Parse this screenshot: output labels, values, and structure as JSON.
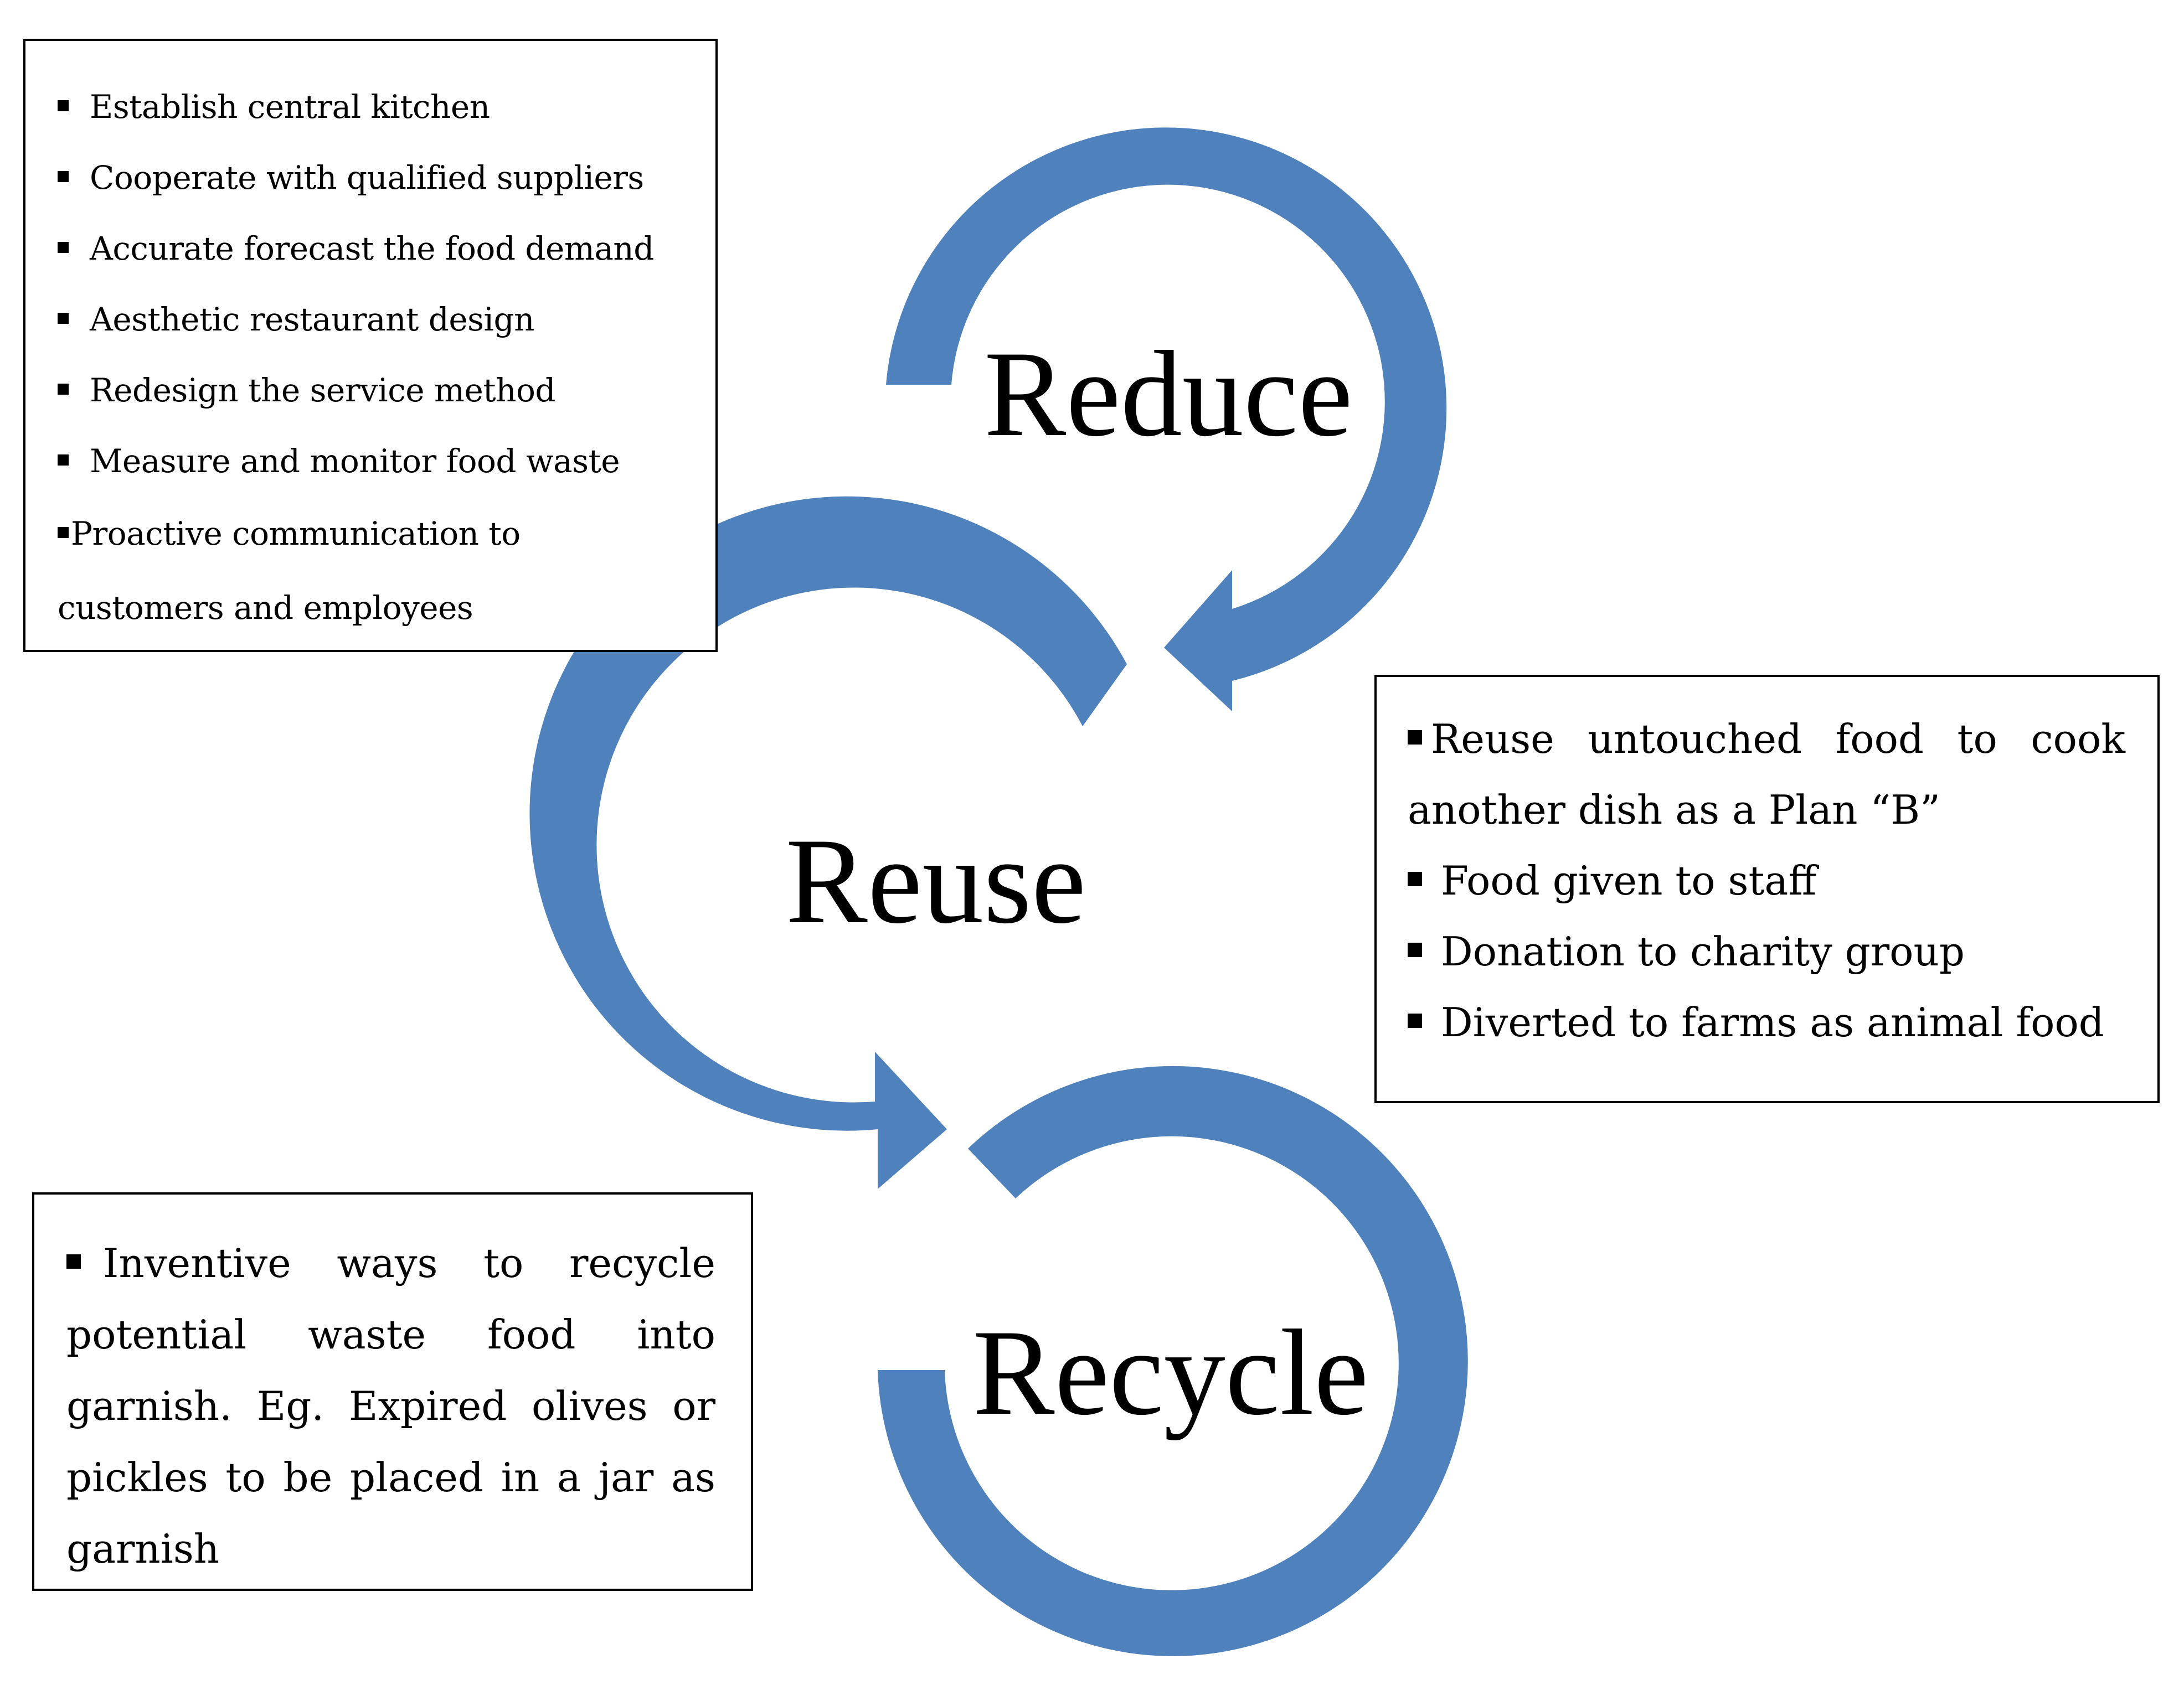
{
  "colors": {
    "arrow": "#4f81bd",
    "text": "#000000",
    "box_border": "#000000"
  },
  "stages": {
    "reduce": "Reduce",
    "reuse": "Reuse",
    "recycle": "Recycle"
  },
  "reduce_box": {
    "items": [
      "Establish central kitchen",
      "Cooperate with qualified suppliers",
      "Accurate forecast the food demand",
      "Aesthetic restaurant design",
      "Redesign the service method",
      "Measure and monitor food waste",
      "Proactive communication to customers and employees"
    ]
  },
  "reuse_box": {
    "items": [
      "Reuse untouched food to cook another dish as a Plan “B”",
      "Food given to staff",
      "Donation to charity group",
      "Diverted to farms as animal food"
    ]
  },
  "recycle_box": {
    "items": [
      "Inventive ways to recycle potential waste food into garnish. Eg. Expired olives or pickles to be placed in a jar as garnish"
    ]
  }
}
